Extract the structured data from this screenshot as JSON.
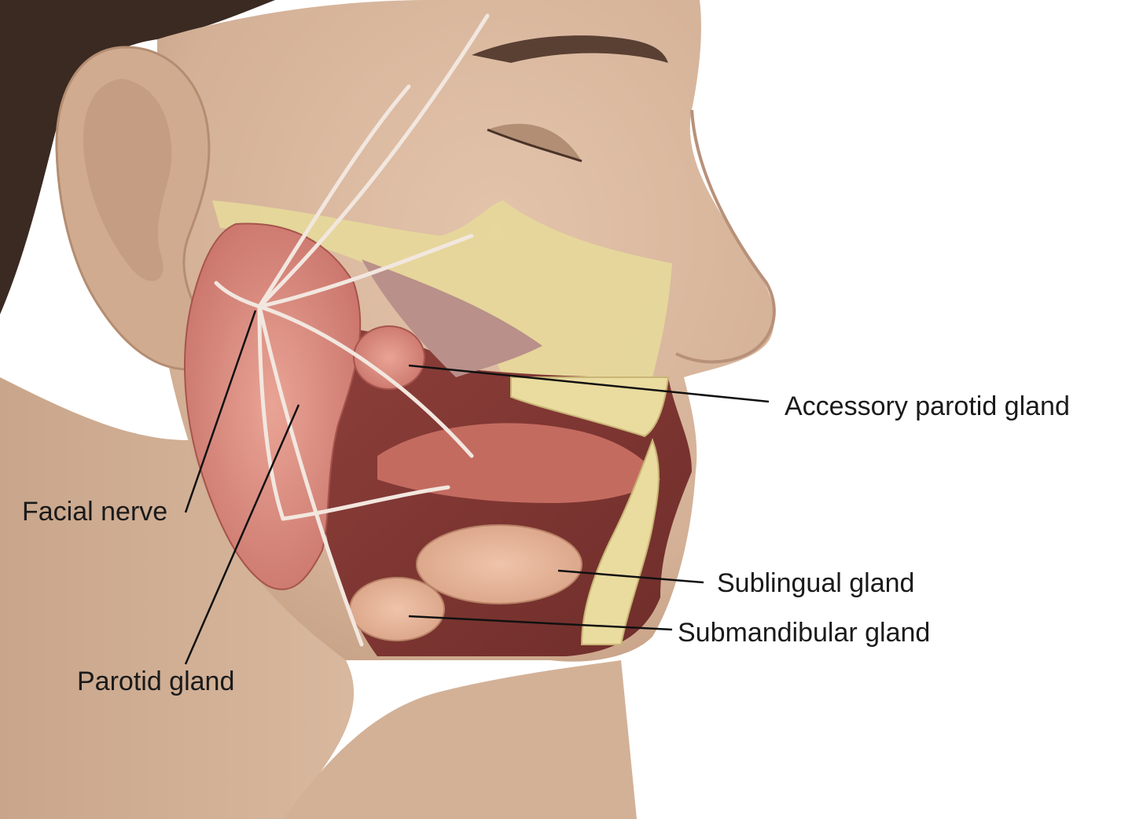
{
  "labels": {
    "facial_nerve": "Facial nerve",
    "parotid_gland": "Parotid gland",
    "accessory_parotid_gland": "Accessory parotid gland",
    "sublingual_gland": "Sublingual gland",
    "submandibular_gland": "Submandibular gland"
  },
  "colors": {
    "background": "#ffffff",
    "skin": "#d9b79d",
    "skin_shadow": "#c39c80",
    "hair": "#3a2a22",
    "bone": "#e6d89a",
    "muscle": "#a4504a",
    "muscle_dark": "#7a3330",
    "gland": "#d98a7f",
    "gland_light": "#e6b29a",
    "nerve": "#f2e7df",
    "leader_line": "#111111"
  }
}
